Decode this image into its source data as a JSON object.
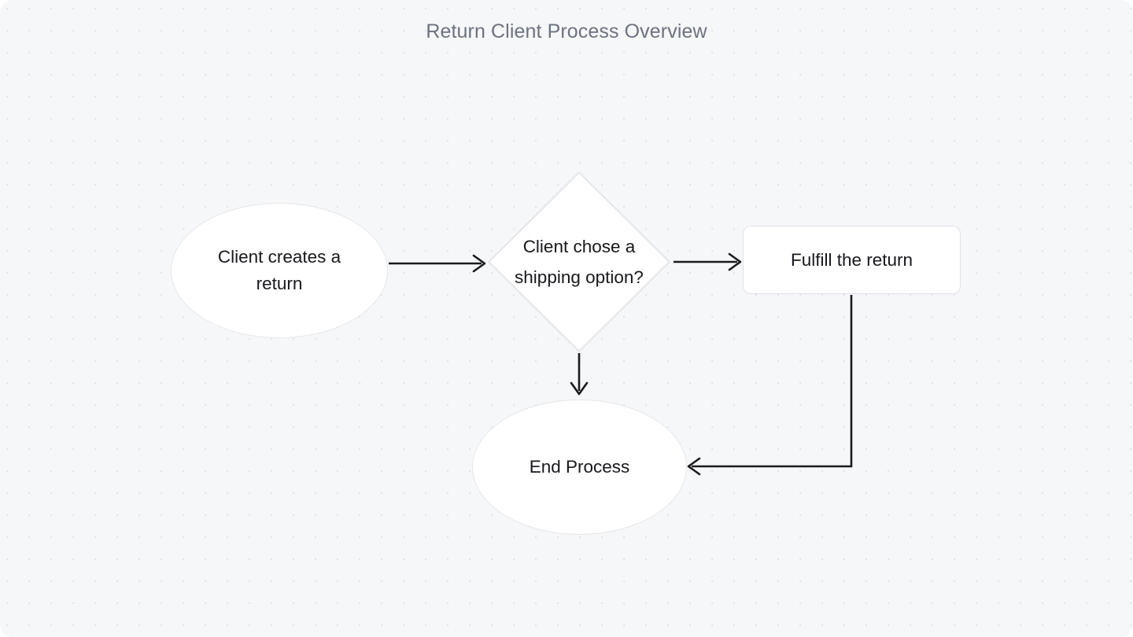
{
  "title": "Return Client Process Overview",
  "canvas": {
    "background_color": "#f6f7f9",
    "dot_color": "#dfe2e7",
    "title_color": "#6d7280"
  },
  "theme": {
    "node_fill": "#ffffff",
    "node_stroke": "#e6e7ea",
    "edge_color": "#1b1b1f",
    "text_color": "#18181d"
  },
  "chart_data": {
    "type": "diagram",
    "diagram_kind": "flowchart",
    "title": "Return Client Process Overview",
    "direction": "left-to-right",
    "nodes": [
      {
        "id": "start",
        "shape": "ellipse",
        "label": "Client creates a return",
        "label_lines": [
          "Client creates a",
          "return"
        ]
      },
      {
        "id": "decision",
        "shape": "diamond",
        "label": "Client chose a shipping option?",
        "label_lines": [
          "Client chose a",
          "shipping option?"
        ]
      },
      {
        "id": "fulfill",
        "shape": "rounded-rectangle",
        "label": "Fulfill the return",
        "label_lines": [
          "Fulfill the return"
        ]
      },
      {
        "id": "end",
        "shape": "ellipse",
        "label": "End Process",
        "label_lines": [
          "End Process"
        ]
      }
    ],
    "edges": [
      {
        "from": "start",
        "to": "decision",
        "label": "",
        "style": "solid-arrow",
        "routing": "horizontal"
      },
      {
        "from": "decision",
        "to": "fulfill",
        "label": "",
        "style": "solid-arrow",
        "routing": "horizontal"
      },
      {
        "from": "decision",
        "to": "end",
        "label": "",
        "style": "solid-arrow",
        "routing": "vertical"
      },
      {
        "from": "fulfill",
        "to": "end",
        "label": "",
        "style": "solid-arrow",
        "routing": "orthogonal-down-left"
      }
    ]
  },
  "nodes": {
    "start": {
      "line1": "Client creates a",
      "line2": "return"
    },
    "decision": {
      "line1": "Client chose a",
      "line2": "shipping option?"
    },
    "fulfill": {
      "label": "Fulfill the return"
    },
    "end": {
      "label": "End Process"
    }
  }
}
